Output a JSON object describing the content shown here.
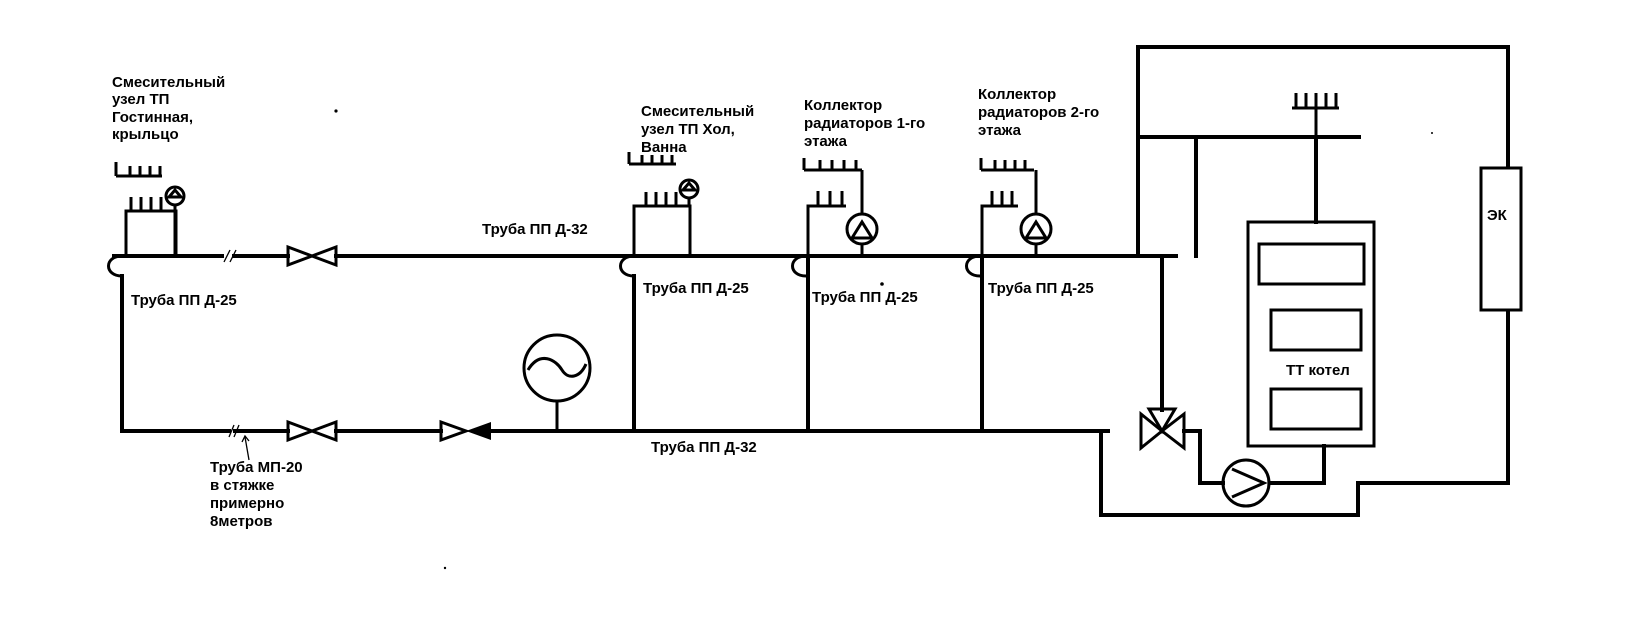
{
  "labels": {
    "mix_node_tp_living": [
      "Смесительный",
      "узел ТП",
      "Гостинная,",
      "крыльцо"
    ],
    "mix_node_tp_hall": [
      "Смесительный",
      "узел ТП  Хол,",
      "Ванна"
    ],
    "collector_floor1": [
      "Коллектор",
      "радиаторов 1-го",
      "этажа"
    ],
    "collector_floor2": [
      "Коллектор",
      "радиаторов 2-го",
      "этажа"
    ],
    "pipe_pp_d32_top": "Труба ПП Д-32",
    "pipe_pp_d32_bottom": "Труба ПП Д-32",
    "pipe_pp_d25_a": "Труба ПП Д-25",
    "pipe_pp_d25_b": "Труба ПП Д-25",
    "pipe_pp_d25_c": "Труба ПП Д-25",
    "pipe_pp_d25_d": "Труба ПП Д-25",
    "pipe_mp20_note": [
      "Труба МП-20",
      " в стяжке",
      " примерно",
      " 8метров"
    ],
    "boiler": "ТТ котел",
    "ek": "ЭК"
  },
  "colors": {
    "line": "#000000",
    "background": "#ffffff"
  },
  "symbols": [
    "ball-valve-icon",
    "check-valve-icon",
    "expansion-tank-icon",
    "circulation-pump-icon",
    "three-way-valve-icon",
    "manifold-icon",
    "boiler-icon",
    "electric-boiler-icon",
    "vent-icon"
  ]
}
